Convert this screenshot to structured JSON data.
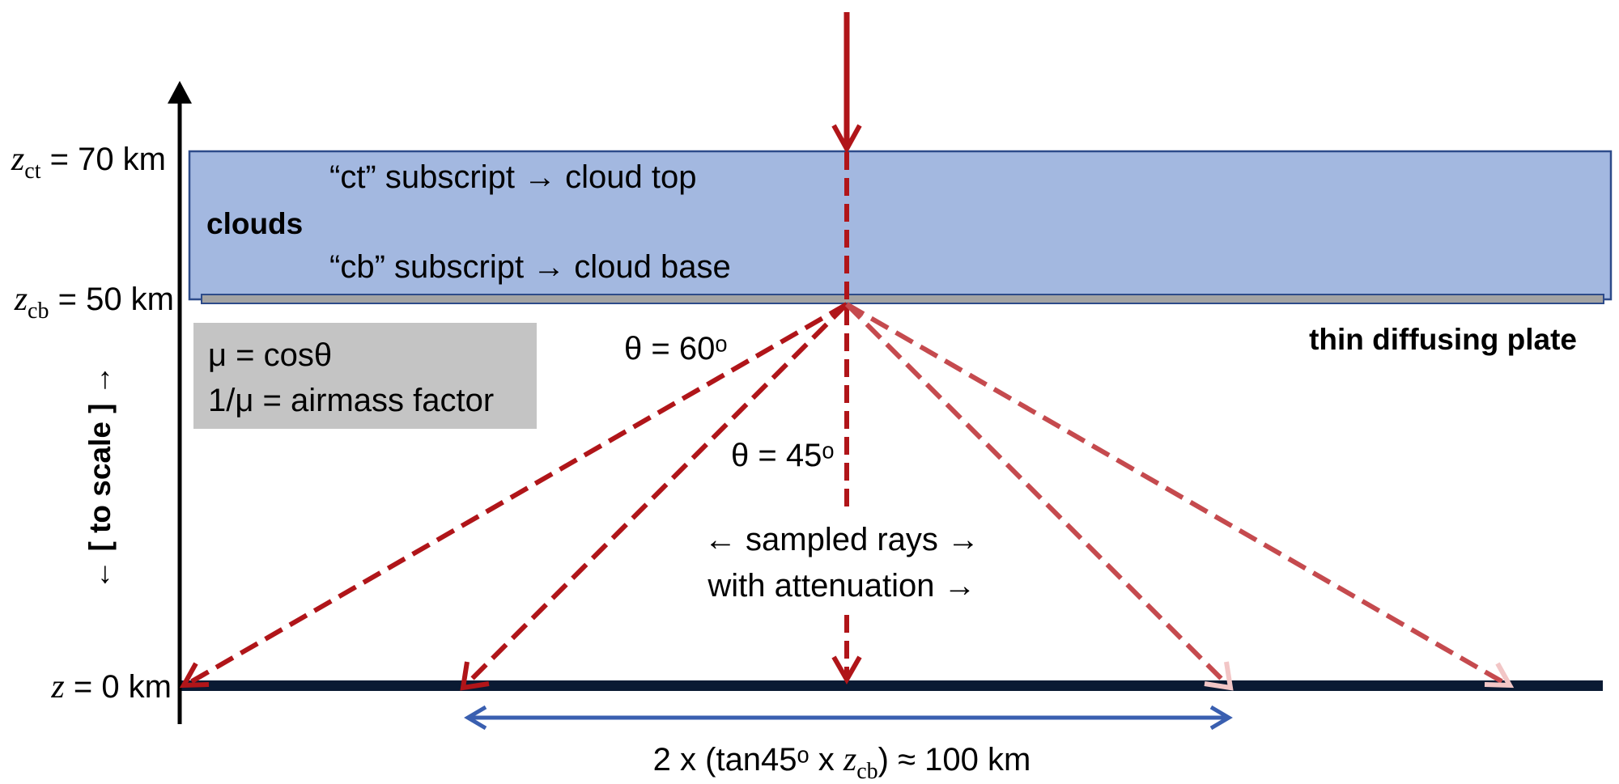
{
  "axis": {
    "labels": {
      "z_top": {
        "var": "z",
        "sub": "ct",
        "rest": " = 70 km"
      },
      "z_base": {
        "var": "z",
        "sub": "cb",
        "rest": " = 50 km"
      },
      "z_ground": {
        "var": "z",
        "rest": " = 0 km"
      }
    },
    "scale_note": "← [ to scale ] →"
  },
  "cloud": {
    "label": "clouds",
    "ct_note": "“ct” subscript → cloud top",
    "cb_note": "“cb” subscript → cloud base",
    "color": "#a3b8e0",
    "border": "#2d4b8a"
  },
  "plate": {
    "label": "thin diffusing plate",
    "color": "#a3a3a3"
  },
  "legend_box": {
    "line1": "μ = cosθ",
    "line2": "1/μ = airmass factor",
    "color": "#c4c4c4"
  },
  "angles": {
    "theta60": "θ = 60ᵒ",
    "theta45": "θ = 45ᵒ"
  },
  "rays": {
    "line1": "← sampled rays →",
    "line2": "with attenuation →",
    "color": "#b01519"
  },
  "span": {
    "pre": "2 x (tan45ᵒ x ",
    "var": "z",
    "sub": "cb",
    "post": ") ≈ 100 km",
    "color": "#3a5fb0"
  }
}
